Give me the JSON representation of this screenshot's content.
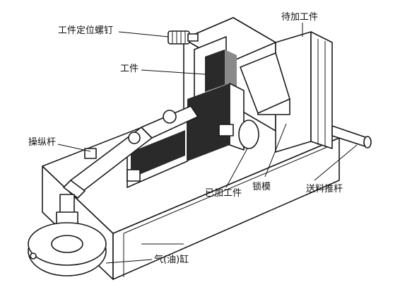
{
  "labels": {
    "workpiece_locating_screw": "工件定位螺钉",
    "workpiece_to_be_processed": "待加工件",
    "workpiece": "工件",
    "operating_lever": "操纵杆",
    "processed_workpiece": "已加工件",
    "locking_die": "锁模",
    "feed_push_rod": "送料推杆",
    "cylinder": "气(油)缸"
  },
  "colors": {
    "line": "#1a1a1a",
    "background": "#ffffff",
    "shading": "#2a2a2a"
  }
}
